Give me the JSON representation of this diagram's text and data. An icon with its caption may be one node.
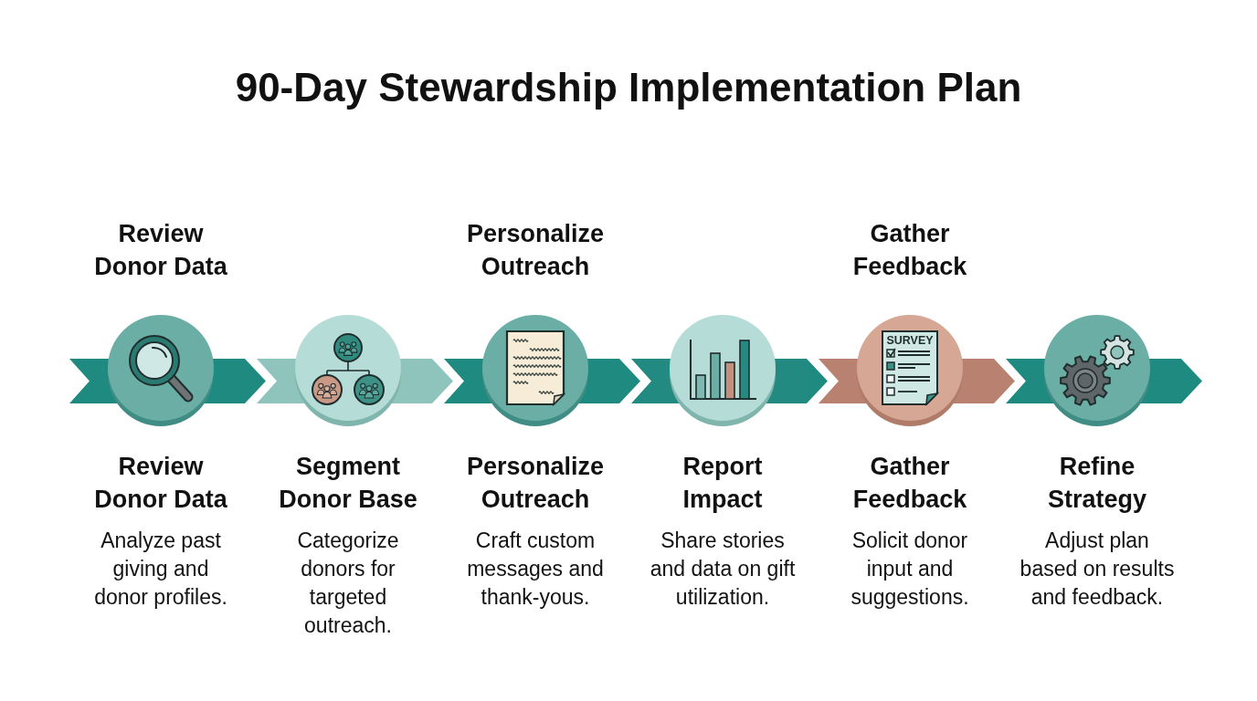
{
  "diagram": {
    "title": "90-Day Stewardship Implementation Plan",
    "nodes": [
      {
        "text": [
          "Review Donor Data",
          "Analyze past giving and donor profiles."
        ],
        "beside": [
          "Review Donor Data"
        ]
      },
      {
        "text": [
          "Segment Donor Base",
          "Categorize donors for targeted outreach."
        ]
      },
      {
        "text": [
          "Personalize Outreach",
          "Craft custom messages and thank-yous."
        ],
        "beside": [
          "Personalize Outreach"
        ]
      },
      {
        "text": [
          "Report Impact",
          "Share stories and data on gift utilization."
        ]
      },
      {
        "text": [
          "Gather Feedback",
          "Solicit donor input and suggestions."
        ],
        "beside": [
          "Gather Feedback"
        ]
      },
      {
        "text": [
          "Refine Strategy",
          "Adjust plan based on results and feedback."
        ]
      }
    ],
    "edges": [
      {
        "from": 0,
        "to": 1,
        "arrow": "to"
      },
      {
        "from": 1,
        "to": 2,
        "arrow": "to",
        "color": "#8fc4bd"
      },
      {
        "from": 2,
        "to": 3,
        "arrow": "to"
      },
      {
        "from": 3,
        "to": 4,
        "arrow": "to"
      },
      {
        "from": 4,
        "to": 5,
        "arrow": "to",
        "color": "#b98270"
      },
      {
        "from": 5,
        "to": null,
        "arrow": "to"
      }
    ],
    "labels": [
      "SURVEY"
    ]
  }
}
